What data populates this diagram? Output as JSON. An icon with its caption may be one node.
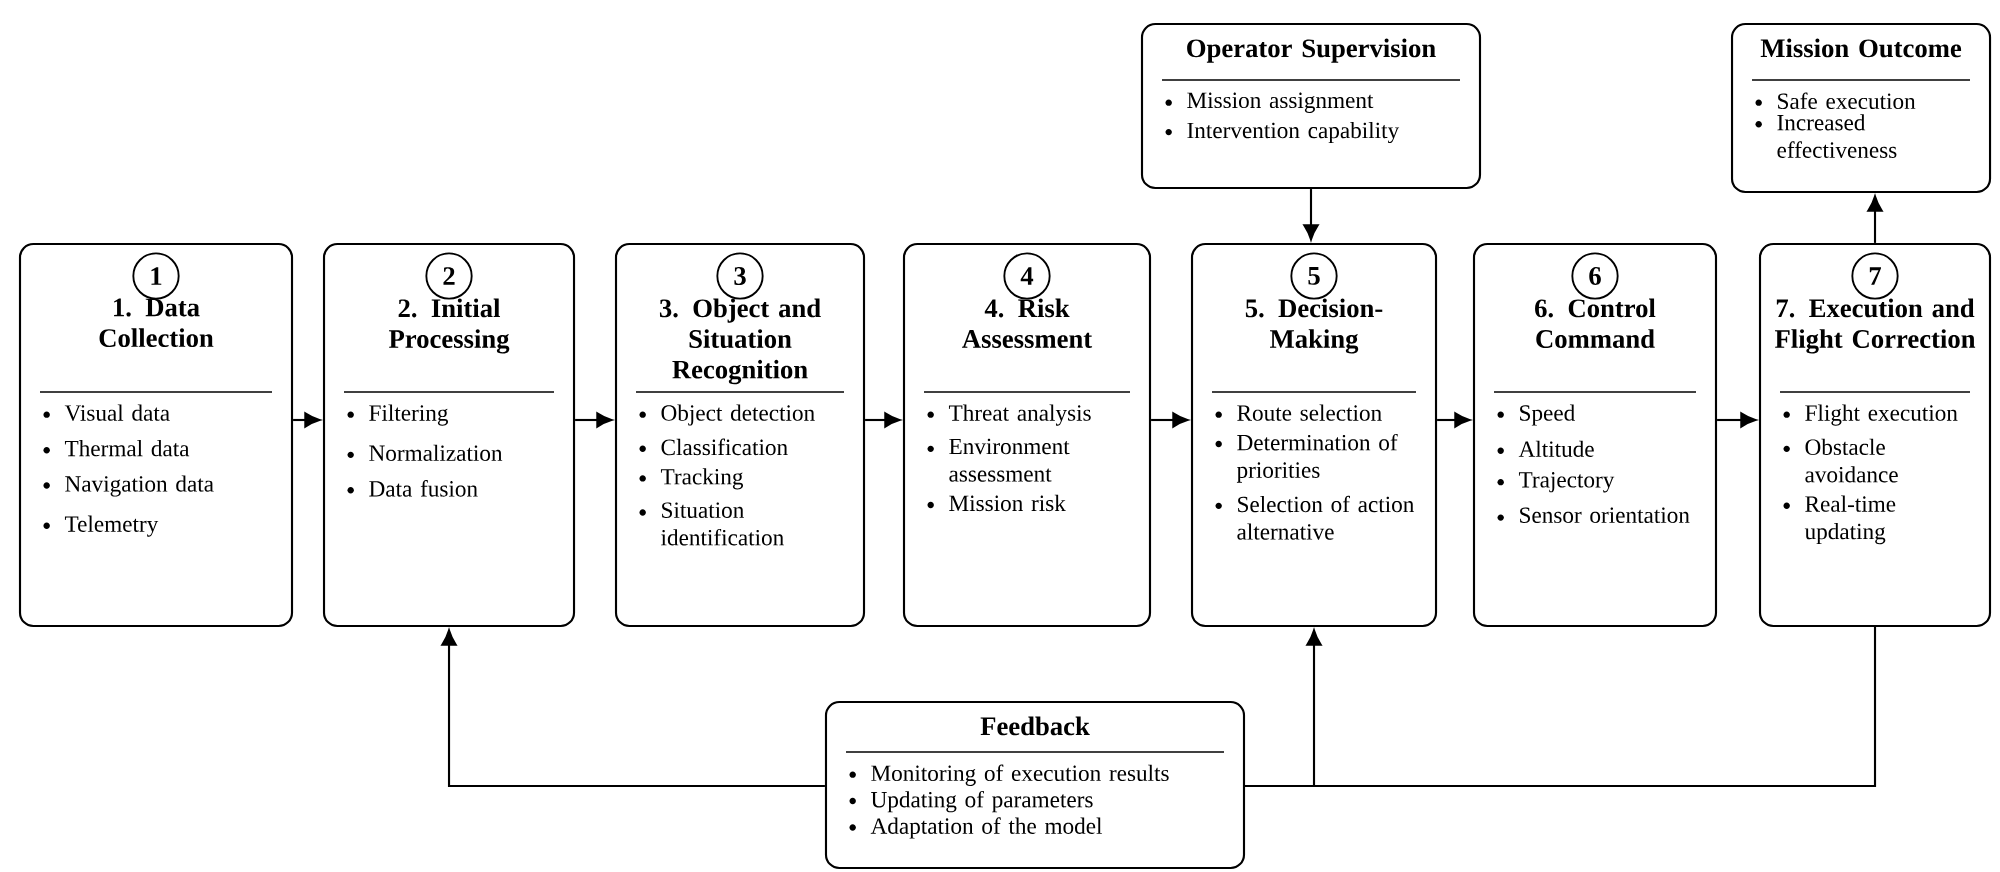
{
  "diagram": {
    "nodes": [
      {
        "text": [
          "Operator Supervision",
          "Mission assignment",
          "Intervention capability"
        ]
      },
      {
        "text": [
          "Mission Outcome",
          "Safe execution",
          "Increased effectiveness"
        ]
      },
      {
        "text": [
          "1",
          "1. Data Collection",
          "Visual data",
          "Thermal data",
          "Navigation data",
          "Telemetry"
        ]
      },
      {
        "text": [
          "2",
          "2. Initial Processing",
          "Filtering",
          "Normalization",
          "Data fusion"
        ]
      },
      {
        "text": [
          "3",
          "3. Object and Situation Recognition",
          "Object detection",
          "Classification",
          "Tracking",
          "Situation identification"
        ]
      },
      {
        "text": [
          "4",
          "4. Risk Assessment",
          "Threat analysis",
          "Environment assessment",
          "Mission risk"
        ]
      },
      {
        "text": [
          "5",
          "5. Decision-Making",
          "Route selection",
          "Determination of priorities",
          "Selection of action alternative"
        ]
      },
      {
        "text": [
          "6",
          "6. Control Command",
          "Speed",
          "Altitude",
          "Trajectory",
          "Sensor orientation"
        ]
      },
      {
        "text": [
          "7",
          "7. Execution and Flight Correction",
          "Flight execution",
          "Obstacle avoidance",
          "Real-time updating"
        ]
      },
      {
        "text": [
          "Feedback",
          "Monitoring of execution results",
          "Updating of parameters",
          "Adaptation of the model"
        ]
      }
    ],
    "edges": [
      {
        "from": 2,
        "to": 3,
        "arrow": "to"
      },
      {
        "from": 3,
        "to": 4,
        "arrow": "to"
      },
      {
        "from": 4,
        "to": 5,
        "arrow": "to"
      },
      {
        "from": 5,
        "to": 6,
        "arrow": "to"
      },
      {
        "from": 6,
        "to": 7,
        "arrow": "to"
      },
      {
        "from": 7,
        "to": 8,
        "arrow": "to"
      },
      {
        "from": 0,
        "to": 6,
        "arrow": "to"
      },
      {
        "from": 8,
        "to": 1,
        "arrow": "to"
      },
      {
        "from": 9,
        "to": 3,
        "arrow": "to"
      },
      {
        "from": 9,
        "to": 6,
        "arrow": "to"
      },
      {
        "from": 8,
        "to": 9,
        "arrow": "none"
      }
    ]
  }
}
